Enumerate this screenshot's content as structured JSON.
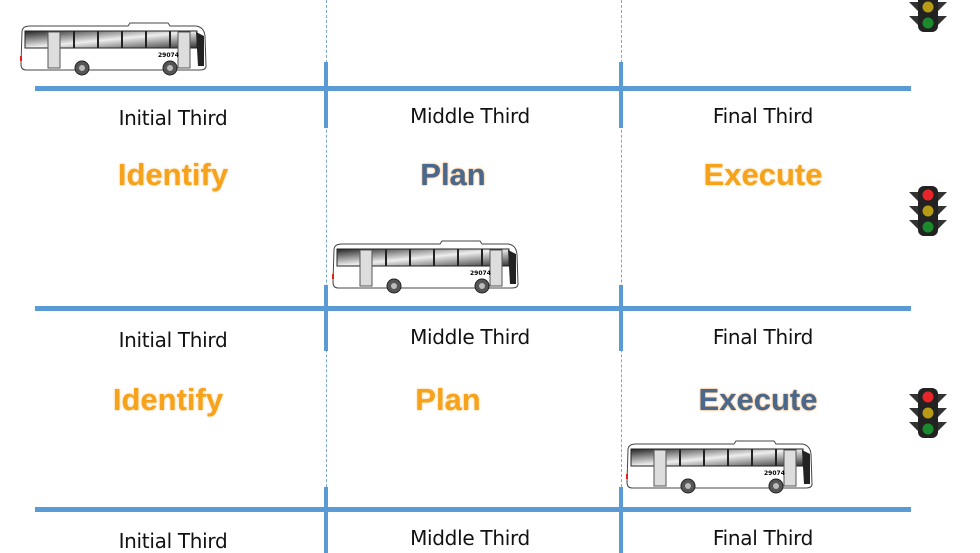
{
  "rows": [
    {
      "labels": [
        "Initial Third",
        "Middle Third",
        "Final Third"
      ],
      "actions": [
        "Identify",
        "Plan",
        "Execute"
      ],
      "active_action": "Plan"
    },
    {
      "labels": [
        "Initial Third",
        "Middle Third",
        "Final Third"
      ],
      "actions": [
        "Identify",
        "Plan",
        "Execute"
      ],
      "active_action": "Execute"
    },
    {
      "labels": [
        "Initial Third",
        "Middle Third",
        "Final Third"
      ]
    }
  ],
  "bus_number": "29074",
  "colors": {
    "line": "#5b9bd5",
    "action": "#f7a21b",
    "active_action": "#48698d"
  }
}
